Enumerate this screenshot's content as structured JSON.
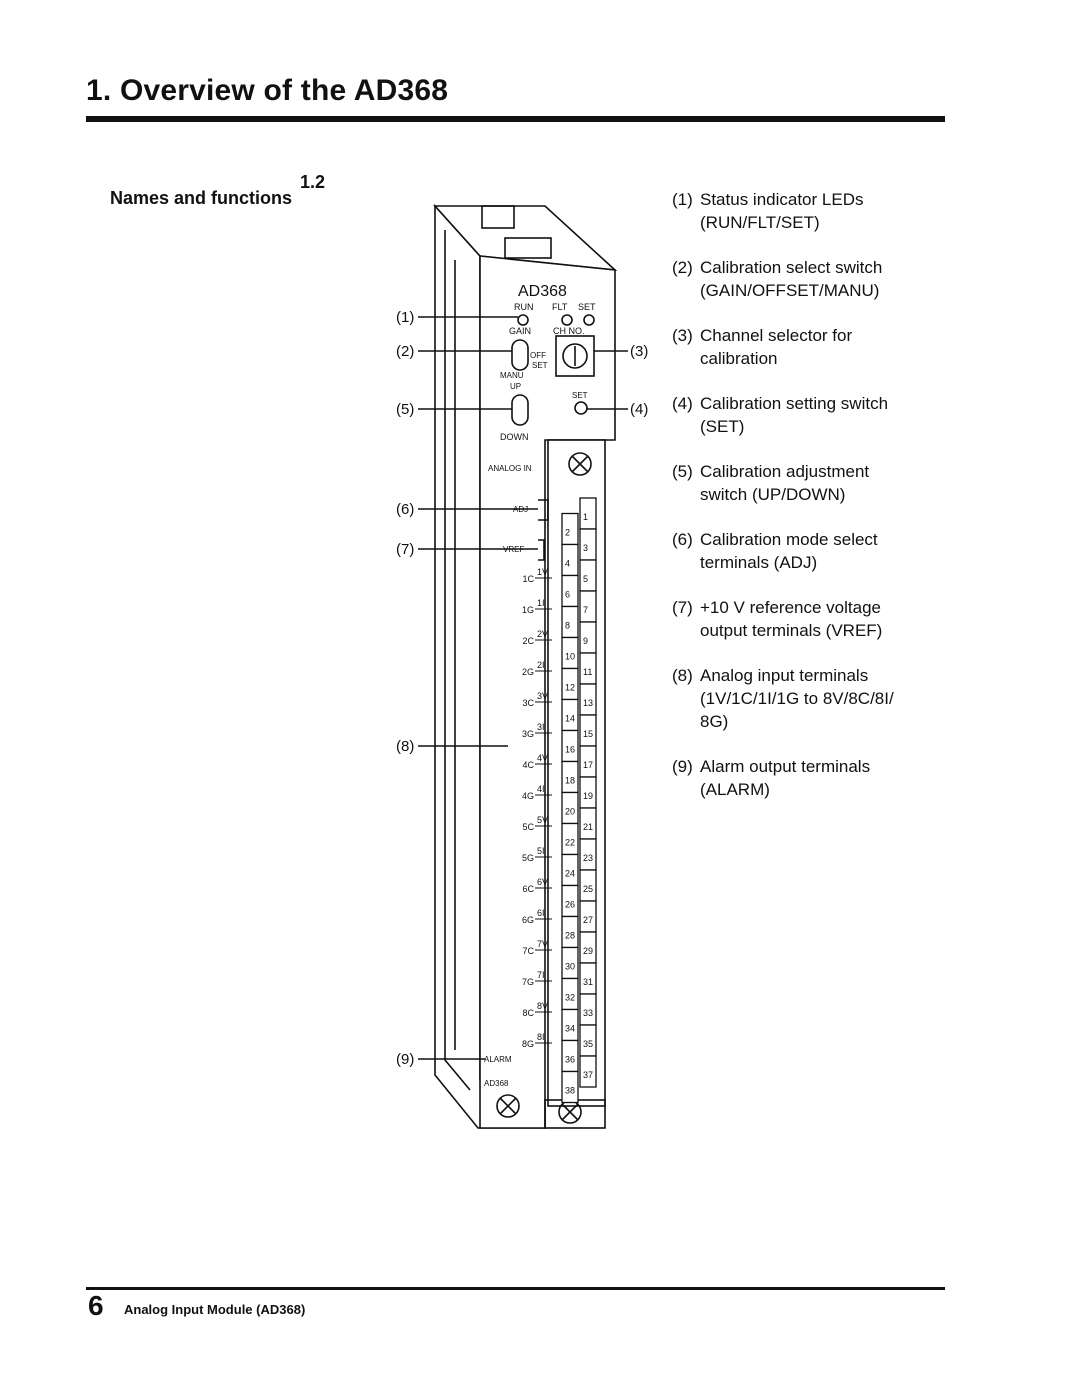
{
  "header": {
    "chapter_title": "1. Overview of the AD368"
  },
  "section": {
    "number": "1.2",
    "title": "Names and functions"
  },
  "items": [
    {
      "num": "(1)",
      "lines": [
        "Status indicator LEDs",
        "(RUN/FLT/SET)"
      ]
    },
    {
      "num": "(2)",
      "lines": [
        "Calibration select switch",
        "(GAIN/OFFSET/MANU)"
      ]
    },
    {
      "num": "(3)",
      "lines": [
        "Channel selector for",
        "calibration"
      ]
    },
    {
      "num": "(4)",
      "lines": [
        "Calibration setting switch",
        "(SET)"
      ]
    },
    {
      "num": "(5)",
      "lines": [
        "Calibration adjustment",
        "switch (UP/DOWN)"
      ]
    },
    {
      "num": "(6)",
      "lines": [
        "Calibration mode select",
        "terminals (ADJ)"
      ]
    },
    {
      "num": "(7)",
      "lines": [
        "+10 V reference voltage",
        "output terminals (VREF)"
      ]
    },
    {
      "num": "(8)",
      "lines": [
        "Analog input terminals",
        "(1V/1C/1I/1G to 8V/8C/8I/",
        "8G)"
      ]
    },
    {
      "num": "(9)",
      "lines": [
        "Alarm output terminals",
        "(ALARM)"
      ]
    }
  ],
  "figure": {
    "model": "AD368",
    "leds": [
      "RUN",
      "FLT",
      "SET"
    ],
    "gain_label": "GAIN",
    "ch_no_label": "CH NO.",
    "off_label": "OFF",
    "set_label": "SET",
    "manu_label": "MANU",
    "up_label": "UP",
    "down_label": "DOWN",
    "set_button_label": "SET",
    "analog_in_label": "ANALOG IN",
    "adj_label": "ADJ",
    "vref_label": "VREF",
    "alarm_label": "ALARM",
    "bottom_model_label": "AD368",
    "callouts": [
      "(1)",
      "(2)",
      "(3)",
      "(4)",
      "(5)",
      "(6)",
      "(7)",
      "(8)",
      "(9)"
    ],
    "channel_labels": [
      [
        "1C",
        "1V",
        "1G",
        "1I"
      ],
      [
        "2C",
        "2V",
        "2G",
        "2I"
      ],
      [
        "3C",
        "3V",
        "3G",
        "3I"
      ],
      [
        "4C",
        "4V",
        "4G",
        "4I"
      ],
      [
        "5C",
        "5V",
        "5G",
        "5I"
      ],
      [
        "6C",
        "6V",
        "6G",
        "6I"
      ],
      [
        "7C",
        "7V",
        "7G",
        "7I"
      ],
      [
        "8C",
        "8V",
        "8G",
        "8I"
      ]
    ],
    "terminal_numbers": [
      "1",
      "2",
      "3",
      "4",
      "5",
      "6",
      "7",
      "8",
      "9",
      "10",
      "11",
      "12",
      "13",
      "14",
      "15",
      "16",
      "17",
      "18",
      "19",
      "20",
      "21",
      "22",
      "23",
      "24",
      "25",
      "26",
      "27",
      "28",
      "29",
      "30",
      "31",
      "32",
      "33",
      "34",
      "35",
      "36",
      "37",
      "38"
    ]
  },
  "footer": {
    "page_number": "6",
    "title": "Analog Input Module (AD368)"
  }
}
